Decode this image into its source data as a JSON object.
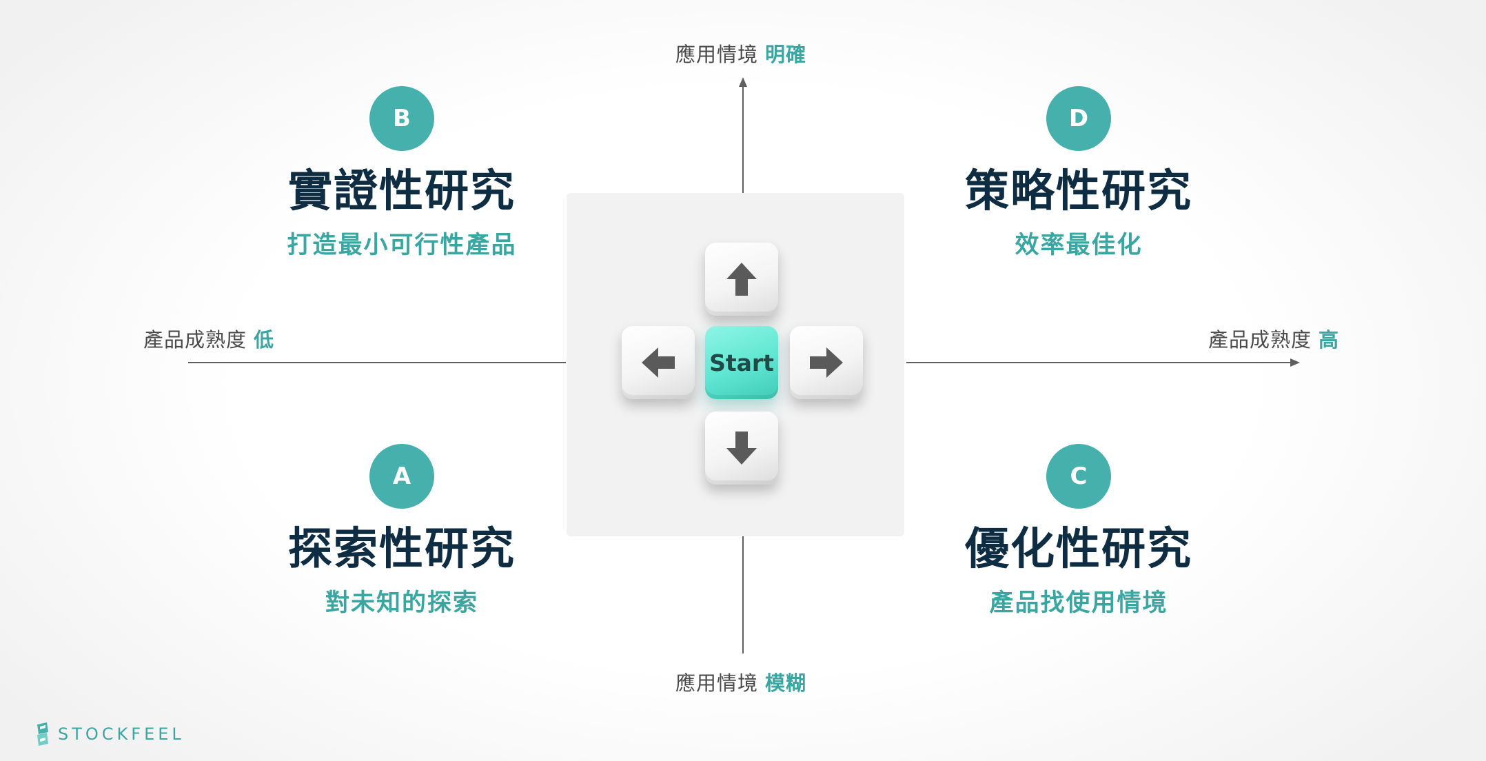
{
  "axes": {
    "top": {
      "prefix": "應用情境",
      "highlight": "明確"
    },
    "bottom": {
      "prefix": "應用情境",
      "highlight": "模糊"
    },
    "left": {
      "prefix": "產品成熟度",
      "highlight": "低"
    },
    "right": {
      "prefix": "產品成熟度",
      "highlight": "高"
    }
  },
  "quadrants": {
    "b": {
      "badge": "B",
      "title": "實證性研究",
      "subtitle": "打造最小可行性產品"
    },
    "d": {
      "badge": "D",
      "title": "策略性研究",
      "subtitle": "效率最佳化"
    },
    "a": {
      "badge": "A",
      "title": "探索性研究",
      "subtitle": "對未知的探索"
    },
    "c": {
      "badge": "C",
      "title": "優化性研究",
      "subtitle": "產品找使用情境"
    }
  },
  "keypad": {
    "start_label": "Start"
  },
  "logo": {
    "text": "STOCKFEEL"
  },
  "colors": {
    "accent": "#46b1ac",
    "title": "#0f2d42",
    "start_key": "#5fe6d2",
    "axis": "#5f5f5f"
  }
}
